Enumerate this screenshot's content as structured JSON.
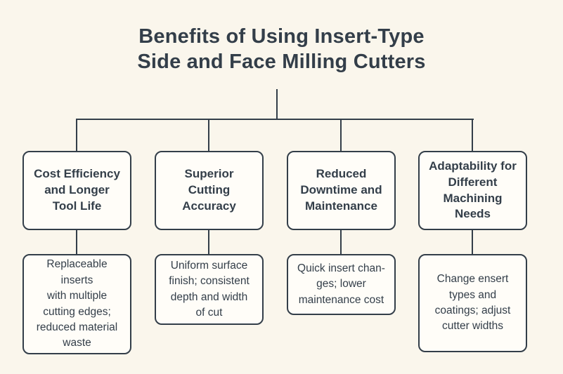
{
  "title": {
    "line1": "Benefits of Using Insert-Type",
    "line2": "Side and Face Milling Cutters"
  },
  "colors": {
    "background": "#faf6ec",
    "box_fill": "#fffdf8",
    "stroke_and_text": "#333e49"
  },
  "diagram": {
    "type": "tree",
    "root_label": "Benefits of Using Insert-Type Side and Face Milling Cutters",
    "columns": [
      {
        "benefit": "Cost Efficiency\nand Longer\nTool Life",
        "detail": "Replaceable inserts\nwith multiple\ncutting edges;\nreduced material\nwaste"
      },
      {
        "benefit": "Superior\nCutting\nAccuracy",
        "detail": "Uniform surface\nfinish; consistent\ndepth and width\nof cut"
      },
      {
        "benefit": "Reduced\nDowntime and\nMaintenance",
        "detail": "Quick insert chan-\nges; lower\nmaintenance cost"
      },
      {
        "benefit": "Adaptability for\nDifferent\nMachining\nNeeds",
        "detail": "Change ensert\ntypes and\ncoatings; adjust\ncutter widths"
      }
    ]
  }
}
